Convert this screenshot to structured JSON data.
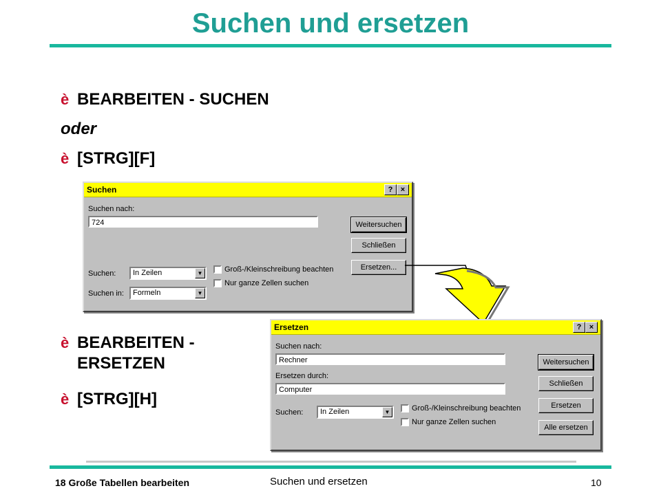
{
  "slide": {
    "title": "Suchen und ersetzen",
    "bullets": {
      "b1": "BEARBEITEN - SUCHEN",
      "oder": "oder",
      "b2": "[STRG][F]",
      "b3_line1": "BEARBEITEN -",
      "b3_line2": "ERSETZEN",
      "b4": "[STRG][H]"
    },
    "bullet_glyph": "è"
  },
  "footer": {
    "left": "18 Große Tabellen bearbeiten",
    "center": "Suchen und ersetzen",
    "page": "10"
  },
  "search_dialog": {
    "title": "Suchen",
    "help_btn": "?",
    "close_btn": "×",
    "search_label": "Suchen nach:",
    "search_value": "724",
    "buttons": {
      "next": "Weitersuchen",
      "close": "Schließen",
      "replace": "Ersetzen..."
    },
    "direction_label": "Suchen:",
    "direction_value": "In Zeilen",
    "scope_label": "Suchen in:",
    "scope_value": "Formeln",
    "case_label": "Groß-/Kleinschreibung beachten",
    "whole_label": "Nur ganze Zellen suchen"
  },
  "replace_dialog": {
    "title": "Ersetzen",
    "help_btn": "?",
    "close_btn": "×",
    "search_label": "Suchen nach:",
    "search_value": "Rechner",
    "replace_label": "Ersetzen durch:",
    "replace_value": "Computer",
    "buttons": {
      "next": "Weitersuchen",
      "close": "Schließen",
      "replace": "Ersetzen",
      "replace_all": "Alle ersetzen"
    },
    "direction_label": "Suchen:",
    "direction_value": "In Zeilen",
    "case_label": "Groß-/Kleinschreibung beachten",
    "whole_label": "Nur ganze Zellen suchen"
  },
  "colors": {
    "title": "#1f9e94",
    "rule": "#19b89e",
    "titlebar": "#ffff00",
    "arrow": "#ffff00",
    "bullet": "#c8102e"
  }
}
